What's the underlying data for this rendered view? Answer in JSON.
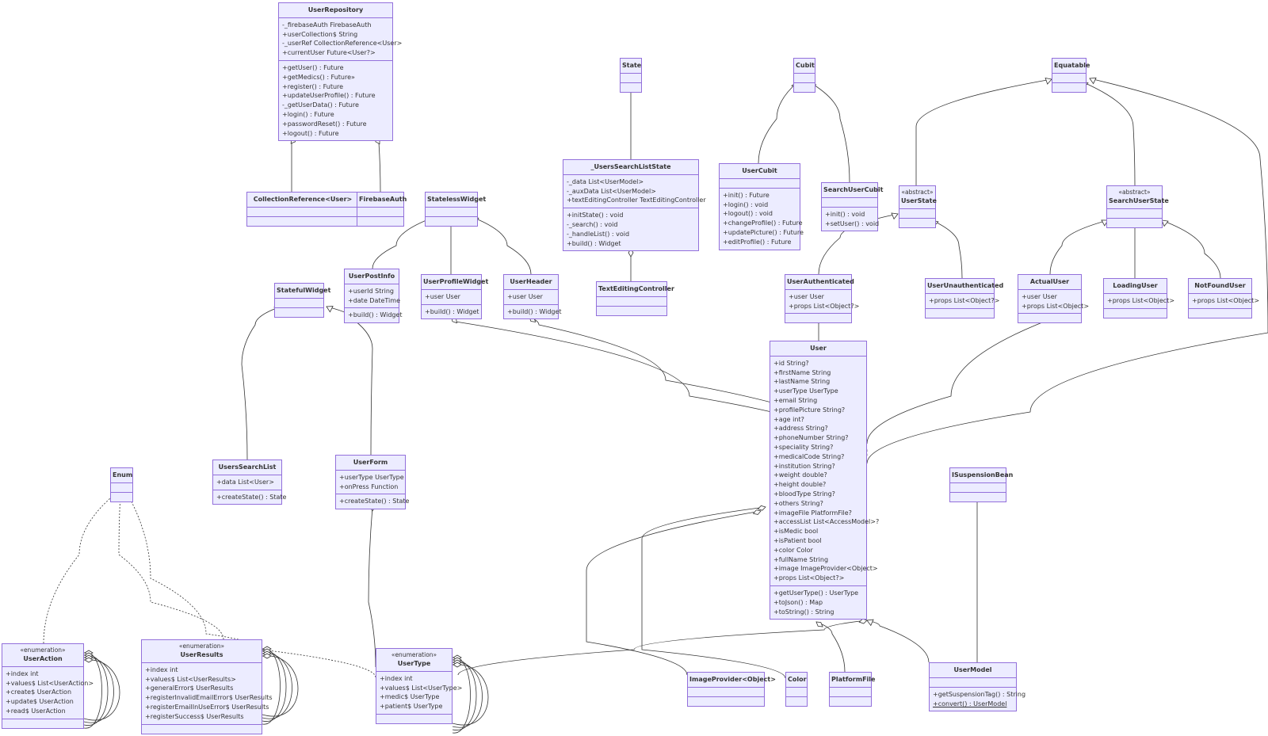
{
  "diagram": {
    "type": "uml-class-diagram",
    "colors": {
      "fill": "#ececff",
      "border": "#9370db",
      "line": "#333333",
      "text": "#333333"
    },
    "classes": [
      {
        "id": "UserRepository",
        "name": "UserRepository",
        "attributes": [
          "-_firebaseAuth FirebaseAuth",
          "+userCollection$ String",
          "-_userRef CollectionReference<User>",
          "+currentUser Future<User?>"
        ],
        "methods": [
          "+getUser() : Future",
          "+getMedics() : Future»",
          "+register() : Future",
          "+updateUserProfile() : Future",
          "-_getUserData() : Future",
          "+login() : Future",
          "+passwordReset() : Future",
          "+logout() : Future"
        ]
      },
      {
        "id": "CollectionReference",
        "name": "CollectionReference<User>",
        "attributes": [],
        "methods": []
      },
      {
        "id": "FirebaseAuth",
        "name": "FirebaseAuth",
        "attributes": [],
        "methods": []
      },
      {
        "id": "State",
        "name": "State",
        "attributes": [],
        "methods": []
      },
      {
        "id": "UsersSearchListState",
        "name": "_UsersSearchListState",
        "attributes": [
          "-_data List<UserModel>",
          "-_auxData List<UserModel>",
          "+textEditingController TextEditingController"
        ],
        "methods": [
          "+initState() : void",
          "-_search() : void",
          "-_handleList() : void",
          "+build() : Widget"
        ]
      },
      {
        "id": "TextEditingController",
        "name": "TextEditingController",
        "attributes": [],
        "methods": []
      },
      {
        "id": "Cubit",
        "name": "Cubit",
        "attributes": [],
        "methods": []
      },
      {
        "id": "UserCubit",
        "name": "UserCubit",
        "attributes": [],
        "methods": [
          "+init() : Future",
          "+login() : void",
          "+logout() : void",
          "+changeProfile() : Future",
          "+updatePicture() : Future",
          "+editProfile() : Future"
        ]
      },
      {
        "id": "SearchUserCubit",
        "name": "SearchUserCubit",
        "attributes": [],
        "methods": [
          "+init() : void",
          "+setUser() : void"
        ]
      },
      {
        "id": "Equatable",
        "name": "Equatable",
        "attributes": [],
        "methods": []
      },
      {
        "id": "UserState",
        "name": "UserState",
        "stereotype": "«abstract»",
        "attributes": [],
        "methods": []
      },
      {
        "id": "SearchUserState",
        "name": "SearchUserState",
        "stereotype": "«abstract»",
        "attributes": [],
        "methods": []
      },
      {
        "id": "StatelessWidget",
        "name": "StatelessWidget",
        "attributes": [],
        "methods": []
      },
      {
        "id": "UserPostInfo",
        "name": "UserPostInfo",
        "attributes": [
          "+userId String",
          "+date DateTime"
        ],
        "methods": [
          "+build() : Widget"
        ]
      },
      {
        "id": "UserProfileWidget",
        "name": "UserProfileWidget",
        "attributes": [
          "+user User"
        ],
        "methods": [
          "+build() : Widget"
        ]
      },
      {
        "id": "UserHeader",
        "name": "UserHeader",
        "attributes": [
          "+user User"
        ],
        "methods": [
          "+build() : Widget"
        ]
      },
      {
        "id": "StatefulWidget",
        "name": "StatefulWidget",
        "attributes": [],
        "methods": []
      },
      {
        "id": "UserAuthenticated",
        "name": "UserAuthenticated",
        "attributes": [
          "+user User",
          "+props List<Object?>"
        ],
        "methods": []
      },
      {
        "id": "UserUnauthenticated",
        "name": "UserUnauthenticated",
        "attributes": [
          "+props List<Object?>"
        ],
        "methods": []
      },
      {
        "id": "ActualUser",
        "name": "ActualUser",
        "attributes": [
          "+user User",
          "+props List<Object>"
        ],
        "methods": []
      },
      {
        "id": "LoadingUser",
        "name": "LoadingUser",
        "attributes": [
          "+props List<Object>"
        ],
        "methods": []
      },
      {
        "id": "NotFoundUser",
        "name": "NotFoundUser",
        "attributes": [
          "+props List<Object>"
        ],
        "methods": []
      },
      {
        "id": "User",
        "name": "User",
        "attributes": [
          "+id String?",
          "+firstName String",
          "+lastName String",
          "+userType UserType",
          "+email String",
          "+profilePicture String?",
          "+age int?",
          "+address String?",
          "+phoneNumber String?",
          "+speciality String?",
          "+medicalCode String?",
          "+institution String?",
          "+weight double?",
          "+height double?",
          "+bloodType String?",
          "+others String?",
          "+imageFile PlatformFile?",
          "+accessList List<AccessModel>?",
          "+isMedic bool",
          "+isPatient bool",
          "+color Color",
          "+fullName String",
          "+image ImageProvider<Object>",
          "+props List<Object?>"
        ],
        "methods": [
          "+getUserType() : UserType",
          "+toJson() : Map",
          "+toString() : String"
        ]
      },
      {
        "id": "Enum",
        "name": "Enum",
        "attributes": [],
        "methods": []
      },
      {
        "id": "UsersSearchList",
        "name": "UsersSearchList",
        "attributes": [
          "+data List<User>"
        ],
        "methods": [
          "+createState() : State"
        ]
      },
      {
        "id": "UserForm",
        "name": "UserForm",
        "attributes": [
          "+userType UserType",
          "+onPress Function"
        ],
        "methods": [
          "+createState() : State"
        ]
      },
      {
        "id": "ISuspensionBean",
        "name": "ISuspensionBean",
        "attributes": [],
        "methods": []
      },
      {
        "id": "UserAction",
        "name": "UserAction",
        "stereotype": "«enumeration»",
        "attributes": [
          "+index int",
          "+values$ List<UserAction>",
          "+create$ UserAction",
          "+update$ UserAction",
          "+read$ UserAction"
        ],
        "methods": []
      },
      {
        "id": "UserResults",
        "name": "UserResults",
        "stereotype": "«enumeration»",
        "attributes": [
          "+index int",
          "+values$ List<UserResults>",
          "+generalError$ UserResults",
          "+registerInvalidEmailError$ UserResults",
          "+registerEmailInUseError$ UserResults",
          "+registerSuccess$ UserResults"
        ],
        "methods": []
      },
      {
        "id": "UserType",
        "name": "UserType",
        "stereotype": "«enumeration»",
        "attributes": [
          "+index int",
          "+values$ List<UserType>",
          "+medic$ UserType",
          "+patient$ UserType"
        ],
        "methods": []
      },
      {
        "id": "ImageProvider",
        "name": "ImageProvider<Object>",
        "attributes": [],
        "methods": []
      },
      {
        "id": "Color",
        "name": "Color",
        "attributes": [],
        "methods": []
      },
      {
        "id": "PlatformFile",
        "name": "PlatformFile",
        "attributes": [],
        "methods": []
      },
      {
        "id": "UserModel",
        "name": "UserModel",
        "attributes": [],
        "methods": [
          "+getSuspensionTag() : String",
          "+convert() : UserModel"
        ],
        "static_methods": [
          "+convert() : UserModel"
        ]
      }
    ],
    "relations": [
      {
        "from": "CollectionReference",
        "to": "UserRepository",
        "type": "aggregation"
      },
      {
        "from": "FirebaseAuth",
        "to": "UserRepository",
        "type": "aggregation"
      },
      {
        "from": "UsersSearchListState",
        "to": "State",
        "type": "inheritance"
      },
      {
        "from": "TextEditingController",
        "to": "UsersSearchListState",
        "type": "aggregation"
      },
      {
        "from": "UserCubit",
        "to": "Cubit",
        "type": "inheritance"
      },
      {
        "from": "SearchUserCubit",
        "to": "Cubit",
        "type": "inheritance"
      },
      {
        "from": "UserState",
        "to": "Equatable",
        "type": "inheritance"
      },
      {
        "from": "SearchUserState",
        "to": "Equatable",
        "type": "inheritance"
      },
      {
        "from": "User",
        "to": "Equatable",
        "type": "inheritance"
      },
      {
        "from": "UserPostInfo",
        "to": "StatelessWidget",
        "type": "inheritance"
      },
      {
        "from": "UserProfileWidget",
        "to": "StatelessWidget",
        "type": "inheritance"
      },
      {
        "from": "UserHeader",
        "to": "StatelessWidget",
        "type": "inheritance"
      },
      {
        "from": "UserAuthenticated",
        "to": "UserState",
        "type": "inheritance"
      },
      {
        "from": "UserUnauthenticated",
        "to": "UserState",
        "type": "inheritance"
      },
      {
        "from": "ActualUser",
        "to": "SearchUserState",
        "type": "inheritance"
      },
      {
        "from": "LoadingUser",
        "to": "SearchUserState",
        "type": "inheritance"
      },
      {
        "from": "NotFoundUser",
        "to": "SearchUserState",
        "type": "inheritance"
      },
      {
        "from": "UsersSearchList",
        "to": "StatefulWidget",
        "type": "inheritance"
      },
      {
        "from": "UserForm",
        "to": "StatefulWidget",
        "type": "inheritance"
      },
      {
        "from": "User",
        "to": "UserAuthenticated",
        "type": "aggregation"
      },
      {
        "from": "User",
        "to": "UserProfileWidget",
        "type": "aggregation"
      },
      {
        "from": "User",
        "to": "UserHeader",
        "type": "aggregation"
      },
      {
        "from": "User",
        "to": "ActualUser",
        "type": "aggregation"
      },
      {
        "from": "UserType",
        "to": "UserForm",
        "type": "aggregation"
      },
      {
        "from": "UserType",
        "to": "User",
        "type": "aggregation"
      },
      {
        "from": "ImageProvider",
        "to": "User",
        "type": "aggregation"
      },
      {
        "from": "Color",
        "to": "User",
        "type": "aggregation"
      },
      {
        "from": "PlatformFile",
        "to": "User",
        "type": "aggregation"
      },
      {
        "from": "UserModel",
        "to": "User",
        "type": "inheritance"
      },
      {
        "from": "UserModel",
        "to": "ISuspensionBean",
        "type": "inheritance"
      },
      {
        "from": "UserAction",
        "to": "Enum",
        "type": "realization"
      },
      {
        "from": "UserResults",
        "to": "Enum",
        "type": "realization"
      },
      {
        "from": "UserType",
        "to": "Enum",
        "type": "realization"
      },
      {
        "from": "UserAction",
        "to": "UserAction",
        "type": "self-aggregation"
      },
      {
        "from": "UserResults",
        "to": "UserResults",
        "type": "self-aggregation"
      },
      {
        "from": "UserType",
        "to": "UserType",
        "type": "self-aggregation"
      }
    ]
  }
}
